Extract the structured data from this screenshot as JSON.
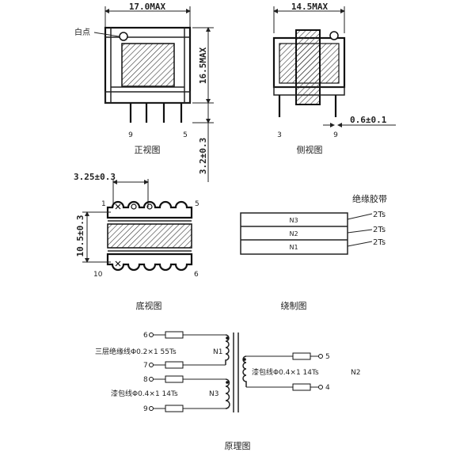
{
  "front_view": {
    "dim_width": "17.0MAX",
    "dim_height": "16.5MAX",
    "white_dot_label": "白点",
    "pin_left": "9",
    "pin_right": "5",
    "caption": "正视图"
  },
  "side_view": {
    "dim_width": "14.5MAX",
    "dim_pin": "0.6±0.1",
    "dim_standoff": "3.2±0.3",
    "pin_left": "3",
    "pin_right": "9",
    "caption": "侧视图"
  },
  "bottom_view": {
    "dim_pitch": "3.25±0.3",
    "dim_row": "10.5±0.3",
    "pin_top_left": "1",
    "pin_top_right": "5",
    "pin_bottom_left": "10",
    "pin_bottom_right": "6",
    "caption": "底视图"
  },
  "winding_view": {
    "tape_label": "绝缘胶带",
    "layers": [
      "N3",
      "N2",
      "N1"
    ],
    "turns": [
      "2Ts",
      "2Ts",
      "2Ts"
    ],
    "caption": "绕制图"
  },
  "schematic": {
    "n1_desc": "三层绝缘线Φ0.2×1 55Ts",
    "n1_name": "N1",
    "n3_desc": "漆包线Φ0.4×1 14Ts",
    "n3_name": "N3",
    "n2_desc": "漆包线Φ0.4×1 14Ts",
    "n2_name": "N2",
    "pins_left": [
      "6",
      "7",
      "8",
      "9"
    ],
    "pins_right": [
      "5",
      "4"
    ],
    "caption": "原理图"
  }
}
